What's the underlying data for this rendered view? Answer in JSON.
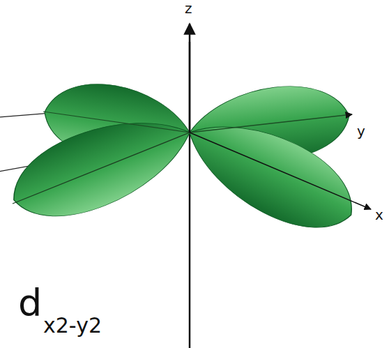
{
  "diagram": {
    "labels": [
      "z",
      "y",
      "x",
      "d",
      "x2-y2"
    ]
  }
}
